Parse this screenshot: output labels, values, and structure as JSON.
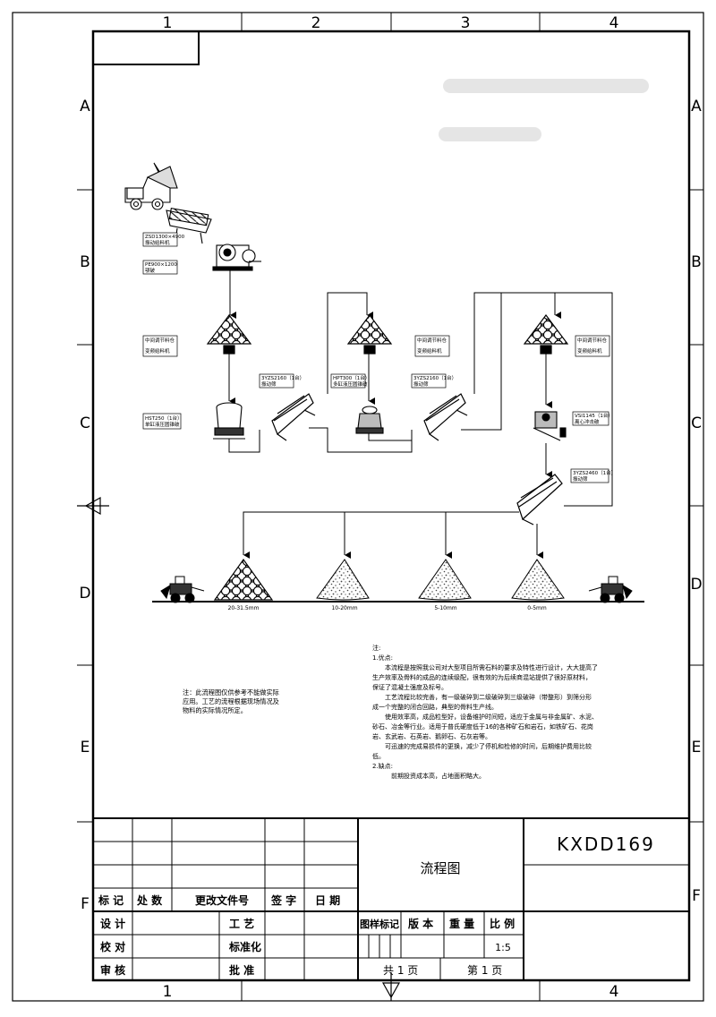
{
  "frame": {
    "columns": [
      "1",
      "2",
      "3",
      "4"
    ],
    "rows": [
      "A",
      "B",
      "C",
      "D",
      "E",
      "F"
    ]
  },
  "equipment": {
    "feeder": [
      "ZSD1300×4900",
      "振动给料机"
    ],
    "jaw_crusher": [
      "PE900×1200",
      "颚破"
    ],
    "bin1": [
      "中间调节料仓",
      "变频给料机"
    ],
    "bin2": [
      "中间调节料仓",
      "变频给料机"
    ],
    "bin3": [
      "中间调节料仓",
      "变频给料机"
    ],
    "cone1": [
      "HST250（1台）",
      "单缸液压圆锥破"
    ],
    "screen1": [
      "3YZS2160（1台）",
      "振动筛"
    ],
    "cone2": [
      "HPT300（1台）",
      "多缸液压圆锥破"
    ],
    "screen2": [
      "3YZS2160（1台）",
      "振动筛"
    ],
    "vsi": [
      "VSI1145（1台）",
      "离心冲击破"
    ],
    "screen3": [
      "3YZS2460（1台）",
      "振动筛"
    ]
  },
  "products": [
    "20-31.5mm",
    "10-20mm",
    "5-10mm",
    "0-5mm"
  ],
  "side_note": [
    "注：此流程图仅供参考不能做实际",
    "应用。工艺的流程根据现场情况及",
    "物料的实际情况所定。"
  ],
  "notes": [
    "注:",
    "1.优点:",
    "　　本流程是按照我公司对大型项目所需石料的要求及特性进行设计，大大提高了",
    "生产效率及骨料的成品的连续级配，很有效的为后续商混站提供了很好原材料，",
    "保证了混凝土强度及标号。",
    "　　工艺流程比较完善，有一级破碎到二级破碎到三级破碎（带整形）到筛分形",
    "成一个完整的闭合回路，典型的骨料生产线。",
    "　　使用效率高，成品粒型好，设备维护时间短，适应于金属与非金属矿、水泥、",
    "砂石、冶金等行业。适用于普氏硬度低于16的各种矿石和岩石，如铁矿石、花岗",
    "岩、玄武岩、石英岩、鹅卵石、石灰岩等。",
    "　　可迅速的完成易损件的更换，减少了停机和检修的时间，后期维护费用比较",
    "低。",
    "",
    "2.缺点:",
    "　　　前期投资成本高，占地面积略大。"
  ],
  "title_block": {
    "drawing_no": "KXDD169",
    "title": "流程图",
    "rev_headers": [
      "标 记",
      "处 数",
      "更改文件号",
      "签 字",
      "日 期"
    ],
    "design": "设 计",
    "check": "校 对",
    "review": "审 核",
    "process": "工 艺",
    "standard": "标准化",
    "approve": "批 准",
    "mark_label": "图样标记",
    "version_label": "版 本",
    "weight_label": "重 量",
    "scale_label": "比 例",
    "scale": "1:5",
    "total_pages": "共 1 页",
    "page": "第 1 页"
  }
}
